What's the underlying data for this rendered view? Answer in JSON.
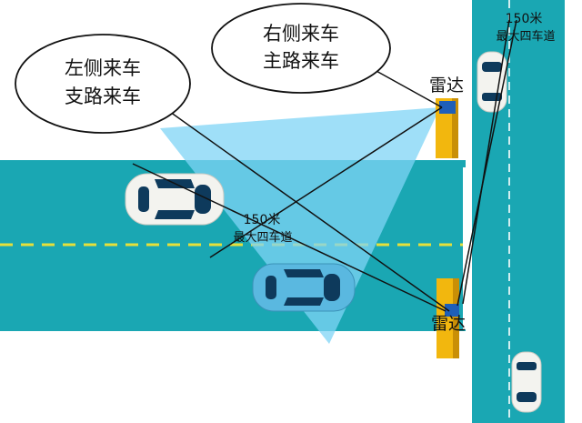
{
  "callouts": {
    "left": {
      "line1": "左侧来车",
      "line2": "支路来车"
    },
    "right": {
      "line1": "右侧来车",
      "line2": "主路来车"
    }
  },
  "radars": {
    "top": {
      "label": "雷达"
    },
    "bottom": {
      "label": "雷达"
    }
  },
  "branch_range": {
    "distance": "150米",
    "lanes": "最大四车道"
  },
  "main_range": {
    "distance": "150米",
    "lanes": "最大四车道"
  },
  "colors": {
    "road": "#1aa7b3",
    "road_edge": "#14919c",
    "lane_marking": "#e6e03a",
    "coverage": "#7fd4f5",
    "post": "#f2b70e",
    "radar_unit": "#1f5fb8",
    "car_white": "#f3f3ef",
    "car_blue": "#5ab8e0",
    "glass": "#0e3a5c"
  }
}
